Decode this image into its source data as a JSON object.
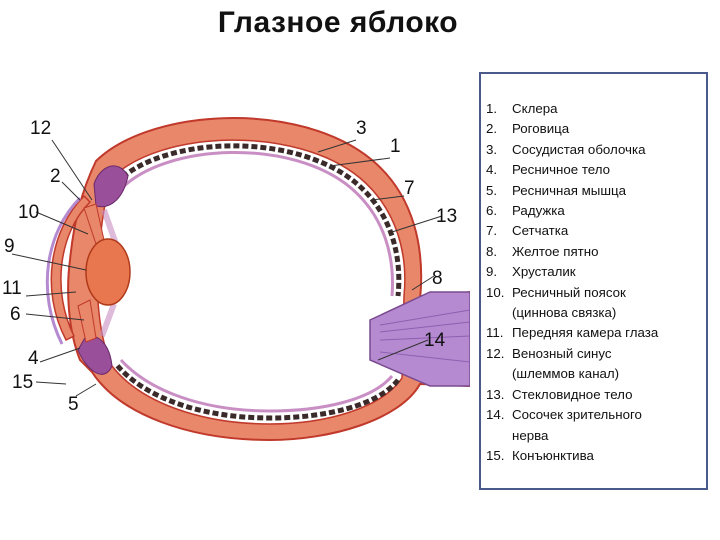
{
  "title": "Глазное яблоко",
  "callouts": [
    "12",
    "3",
    "1",
    "2",
    "7",
    "10",
    "13",
    "9",
    "8",
    "11",
    "6",
    "14",
    "4",
    "15",
    "5"
  ],
  "legend": [
    {
      "n": "1.",
      "text": "Склера"
    },
    {
      "n": "2.",
      "text": "Роговица"
    },
    {
      "n": "3.",
      "text": "Сосудистая оболочка"
    },
    {
      "n": "4.",
      "text": "Ресничное тело"
    },
    {
      "n": "5.",
      "text": "Ресничная мышца"
    },
    {
      "n": "6.",
      "text": "Радужка"
    },
    {
      "n": "7.",
      "text": "Сетчатка"
    },
    {
      "n": "8.",
      "text": "Желтое пятно"
    },
    {
      "n": "9.",
      "text": "Хрусталик"
    },
    {
      "n": "10.",
      "text": "Ресничный поясок",
      "cont": "(циннова связка)"
    },
    {
      "n": "11.",
      "text": "Передняя камера глаза"
    },
    {
      "n": "12.",
      "text": "Венозный синус",
      "cont": "(шлеммов канал)"
    },
    {
      "n": "13.",
      "text": "Стекловидное тело"
    },
    {
      "n": "14.",
      "text": "Сосочек зрительного",
      "cont": "нерва"
    },
    {
      "n": "15.",
      "text": "Конъюнктива"
    }
  ],
  "colors": {
    "sclera": "#e8876a",
    "sclera_edge": "#c0392b",
    "choroid": "#3a2a2a",
    "retina": "#c98fc4",
    "nerve": "#b58ad0",
    "lens": "#e8764e",
    "legend_border": "#4a5a8a"
  }
}
